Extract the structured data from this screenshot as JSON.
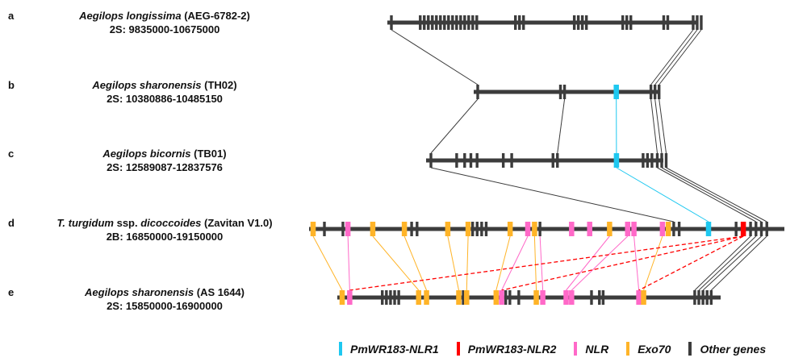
{
  "colors": {
    "backbone": "#3c3c3c",
    "other": "#3c3c3c",
    "nlr1": "#1ec8f0",
    "nlr2": "#ff0000",
    "nlr": "#ff69c8",
    "exo70": "#ffb428",
    "link_other": "#3c3c3c"
  },
  "tracks": [
    {
      "id": "a",
      "letter": "a",
      "species": "Aegilops longissima",
      "accession": "(AEG-6782-2)",
      "prefix": "",
      "prefix_italic": "",
      "coord": "2S: 9835000-10675000"
    },
    {
      "id": "b",
      "letter": "b",
      "species": "Aegilops sharonensis",
      "accession": "(TH02)",
      "prefix": "",
      "prefix_italic": "",
      "coord": "2S: 10380886-10485150"
    },
    {
      "id": "c",
      "letter": "c",
      "species": "Aegilops bicornis",
      "accession": "(TB01)",
      "prefix": "",
      "prefix_italic": "",
      "coord": "2S: 12589087-12837576"
    },
    {
      "id": "d",
      "letter": "d",
      "species": "T. turgidum",
      "species_mid": " ssp. ",
      "species2": "dicoccoides",
      "accession": "(Zavitan V1.0)",
      "coord": "2B: 16850000-19150000"
    },
    {
      "id": "e",
      "letter": "e",
      "species": "Aegilops sharonensis",
      "accession": "(AS 1644)",
      "prefix": "",
      "prefix_italic": "",
      "coord": "2S: 15850000-16900000"
    }
  ],
  "legend": [
    {
      "key": "nlr1",
      "label": "PmWR183-NLR1"
    },
    {
      "key": "nlr2",
      "label": "PmWR183-NLR2"
    },
    {
      "key": "nlr",
      "label": "NLR"
    },
    {
      "key": "exo70",
      "label": "Exo70"
    },
    {
      "key": "other",
      "label": "Other genes"
    }
  ],
  "genes": {
    "a": [
      [
        "other",
        0
      ],
      [
        "other",
        5.0
      ],
      [
        "other",
        5.7
      ],
      [
        "other",
        6.4
      ],
      [
        "other",
        7.1
      ],
      [
        "other",
        7.8
      ],
      [
        "other",
        8.5
      ],
      [
        "other",
        9.2
      ],
      [
        "other",
        9.9
      ],
      [
        "other",
        10.6
      ],
      [
        "other",
        11.3
      ],
      [
        "other",
        12.0
      ],
      [
        "other",
        12.7
      ],
      [
        "other",
        13.4
      ],
      [
        "other",
        14.1
      ],
      [
        "other",
        14.8
      ],
      [
        "other",
        21.5
      ],
      [
        "other",
        22.2
      ],
      [
        "other",
        22.9
      ],
      [
        "other",
        31.7
      ],
      [
        "other",
        32.4
      ],
      [
        "other",
        33.1
      ],
      [
        "other",
        33.8
      ],
      [
        "other",
        40.1
      ],
      [
        "other",
        40.8
      ],
      [
        "other",
        41.5
      ],
      [
        "other",
        47.2
      ],
      [
        "other",
        47.9
      ],
      [
        "other",
        52.3
      ],
      [
        "other",
        53.0
      ],
      [
        "other",
        53.7
      ]
    ],
    "b": [
      [
        "other",
        0
      ],
      [
        "other",
        20.3
      ],
      [
        "other",
        21.3
      ],
      [
        "nlr1",
        34.0
      ],
      [
        "other",
        42.5
      ],
      [
        "other",
        43.5
      ],
      [
        "other",
        44.5
      ]
    ],
    "c": [
      [
        "other",
        0
      ],
      [
        "other",
        5.8
      ],
      [
        "other",
        7.6
      ],
      [
        "other",
        9.0
      ],
      [
        "other",
        10.4
      ],
      [
        "other",
        16.3
      ],
      [
        "other",
        18.2
      ],
      [
        "other",
        27.5
      ],
      [
        "other",
        28.5
      ],
      [
        "nlr1",
        41.8
      ],
      [
        "other",
        47.8
      ],
      [
        "other",
        48.8
      ],
      [
        "other",
        49.8
      ],
      [
        "other",
        51.0
      ],
      [
        "other",
        52.0
      ],
      [
        "other",
        53.0
      ]
    ],
    "d": [
      [
        "exo70",
        0
      ],
      [
        "other",
        2.5
      ],
      [
        "other",
        6.6
      ],
      [
        "nlr",
        7.7
      ],
      [
        "exo70",
        13.2
      ],
      [
        "exo70",
        20.2
      ],
      [
        "other",
        21.8
      ],
      [
        "other",
        23.0
      ],
      [
        "exo70",
        29.8
      ],
      [
        "exo70",
        34.3
      ],
      [
        "other",
        35.3
      ],
      [
        "other",
        36.3
      ],
      [
        "other",
        37.3
      ],
      [
        "other",
        38.3
      ],
      [
        "exo70",
        43.6
      ],
      [
        "nlr",
        47.5
      ],
      [
        "exo70",
        49.0
      ],
      [
        "other",
        50.2
      ],
      [
        "nlr",
        57.2
      ],
      [
        "nlr",
        61.2
      ],
      [
        "exo70",
        65.6
      ],
      [
        "nlr",
        69.6
      ],
      [
        "nlr",
        71.0
      ],
      [
        "nlr",
        77.3
      ],
      [
        "exo70",
        78.6
      ],
      [
        "other",
        79.8
      ],
      [
        "other",
        81.0
      ],
      [
        "nlr1",
        87.5
      ],
      [
        "other",
        93.6
      ],
      [
        "nlr2",
        95.2
      ],
      [
        "other",
        96.8
      ],
      [
        "other",
        98.0
      ],
      [
        "other",
        99.2
      ],
      [
        "other",
        100.4
      ]
    ],
    "e": [
      [
        "exo70",
        0
      ],
      [
        "nlr",
        2.2
      ],
      [
        "other",
        11.7
      ],
      [
        "other",
        12.9
      ],
      [
        "other",
        14.1
      ],
      [
        "other",
        15.3
      ],
      [
        "other",
        16.5
      ],
      [
        "exo70",
        22.3
      ],
      [
        "exo70",
        24.6
      ],
      [
        "exo70",
        34.0
      ],
      [
        "other",
        35.3
      ],
      [
        "exo70",
        36.3
      ],
      [
        "exo70",
        44.9
      ],
      [
        "nlr",
        46.5
      ],
      [
        "other",
        47.7
      ],
      [
        "other",
        48.9
      ],
      [
        "other",
        51.5
      ],
      [
        "exo70",
        56.6
      ],
      [
        "nlr",
        58.5
      ],
      [
        "nlr",
        65.3
      ],
      [
        "nlr",
        66.9
      ],
      [
        "other",
        72.7
      ],
      [
        "other",
        75.0
      ],
      [
        "other",
        76.1
      ],
      [
        "nlr",
        86.5
      ],
      [
        "exo70",
        87.9
      ],
      [
        "other",
        102.8
      ],
      [
        "other",
        104.0
      ],
      [
        "other",
        105.2
      ],
      [
        "other",
        106.4
      ],
      [
        "other",
        107.6
      ]
    ]
  },
  "links": [
    {
      "from": "a",
      "fi": 0,
      "to": "b",
      "ti": 0,
      "type": "other"
    },
    {
      "from": "a",
      "fi": 28,
      "to": "b",
      "ti": 4,
      "type": "other"
    },
    {
      "from": "a",
      "fi": 29,
      "to": "b",
      "ti": 5,
      "type": "other"
    },
    {
      "from": "a",
      "fi": 30,
      "to": "b",
      "ti": 6,
      "type": "other"
    },
    {
      "from": "b",
      "fi": 0,
      "to": "c",
      "ti": 0,
      "type": "other"
    },
    {
      "from": "b",
      "fi": 2,
      "to": "c",
      "ti": 8,
      "type": "other"
    },
    {
      "from": "b",
      "fi": 3,
      "to": "c",
      "ti": 9,
      "type": "nlr1"
    },
    {
      "from": "b",
      "fi": 4,
      "to": "c",
      "ti": 13,
      "type": "other"
    },
    {
      "from": "b",
      "fi": 5,
      "to": "c",
      "ti": 14,
      "type": "other"
    },
    {
      "from": "b",
      "fi": 6,
      "to": "c",
      "ti": 15,
      "type": "other"
    },
    {
      "from": "c",
      "fi": 0,
      "to": "d",
      "ti": 25,
      "type": "other"
    },
    {
      "from": "c",
      "fi": 9,
      "to": "d",
      "ti": 27,
      "type": "nlr1"
    },
    {
      "from": "c",
      "fi": 13,
      "to": "d",
      "ti": 31,
      "type": "other"
    },
    {
      "from": "c",
      "fi": 14,
      "to": "d",
      "ti": 32,
      "type": "other"
    },
    {
      "from": "c",
      "fi": 15,
      "to": "d",
      "ti": 33,
      "type": "other"
    },
    {
      "from": "d",
      "fi": 0,
      "to": "e",
      "ti": 0,
      "type": "exo70"
    },
    {
      "from": "d",
      "fi": 3,
      "to": "e",
      "ti": 1,
      "type": "nlr"
    },
    {
      "from": "d",
      "fi": 4,
      "to": "e",
      "ti": 7,
      "type": "exo70"
    },
    {
      "from": "d",
      "fi": 5,
      "to": "e",
      "ti": 8,
      "type": "exo70"
    },
    {
      "from": "d",
      "fi": 8,
      "to": "e",
      "ti": 9,
      "type": "exo70"
    },
    {
      "from": "d",
      "fi": 9,
      "to": "e",
      "ti": 11,
      "type": "exo70"
    },
    {
      "from": "d",
      "fi": 14,
      "to": "e",
      "ti": 12,
      "type": "exo70"
    },
    {
      "from": "d",
      "fi": 15,
      "to": "e",
      "ti": 13,
      "type": "nlr"
    },
    {
      "from": "d",
      "fi": 17,
      "to": "e",
      "ti": 18,
      "type": "nlr"
    },
    {
      "from": "d",
      "fi": 16,
      "to": "e",
      "ti": 17,
      "type": "exo70"
    },
    {
      "from": "d",
      "fi": 20,
      "to": "e",
      "ti": 19,
      "type": "nlr"
    },
    {
      "from": "d",
      "fi": 21,
      "to": "e",
      "ti": 20,
      "type": "nlr"
    },
    {
      "from": "d",
      "fi": 22,
      "to": "e",
      "ti": 24,
      "type": "nlr"
    },
    {
      "from": "d",
      "fi": 23,
      "to": "e",
      "ti": 25,
      "type": "exo70"
    },
    {
      "from": "d",
      "fi": 29,
      "to": "e",
      "ti": 1,
      "type": "nlr2"
    },
    {
      "from": "d",
      "fi": 29,
      "to": "e",
      "ti": 13,
      "type": "nlr2"
    },
    {
      "from": "d",
      "fi": 29,
      "to": "e",
      "ti": 24,
      "type": "nlr2"
    },
    {
      "from": "d",
      "fi": 30,
      "to": "e",
      "ti": 26,
      "type": "other"
    },
    {
      "from": "d",
      "fi": 31,
      "to": "e",
      "ti": 27,
      "type": "other"
    },
    {
      "from": "d",
      "fi": 32,
      "to": "e",
      "ti": 28,
      "type": "other"
    },
    {
      "from": "d",
      "fi": 33,
      "to": "e",
      "ti": 30,
      "type": "other"
    }
  ]
}
